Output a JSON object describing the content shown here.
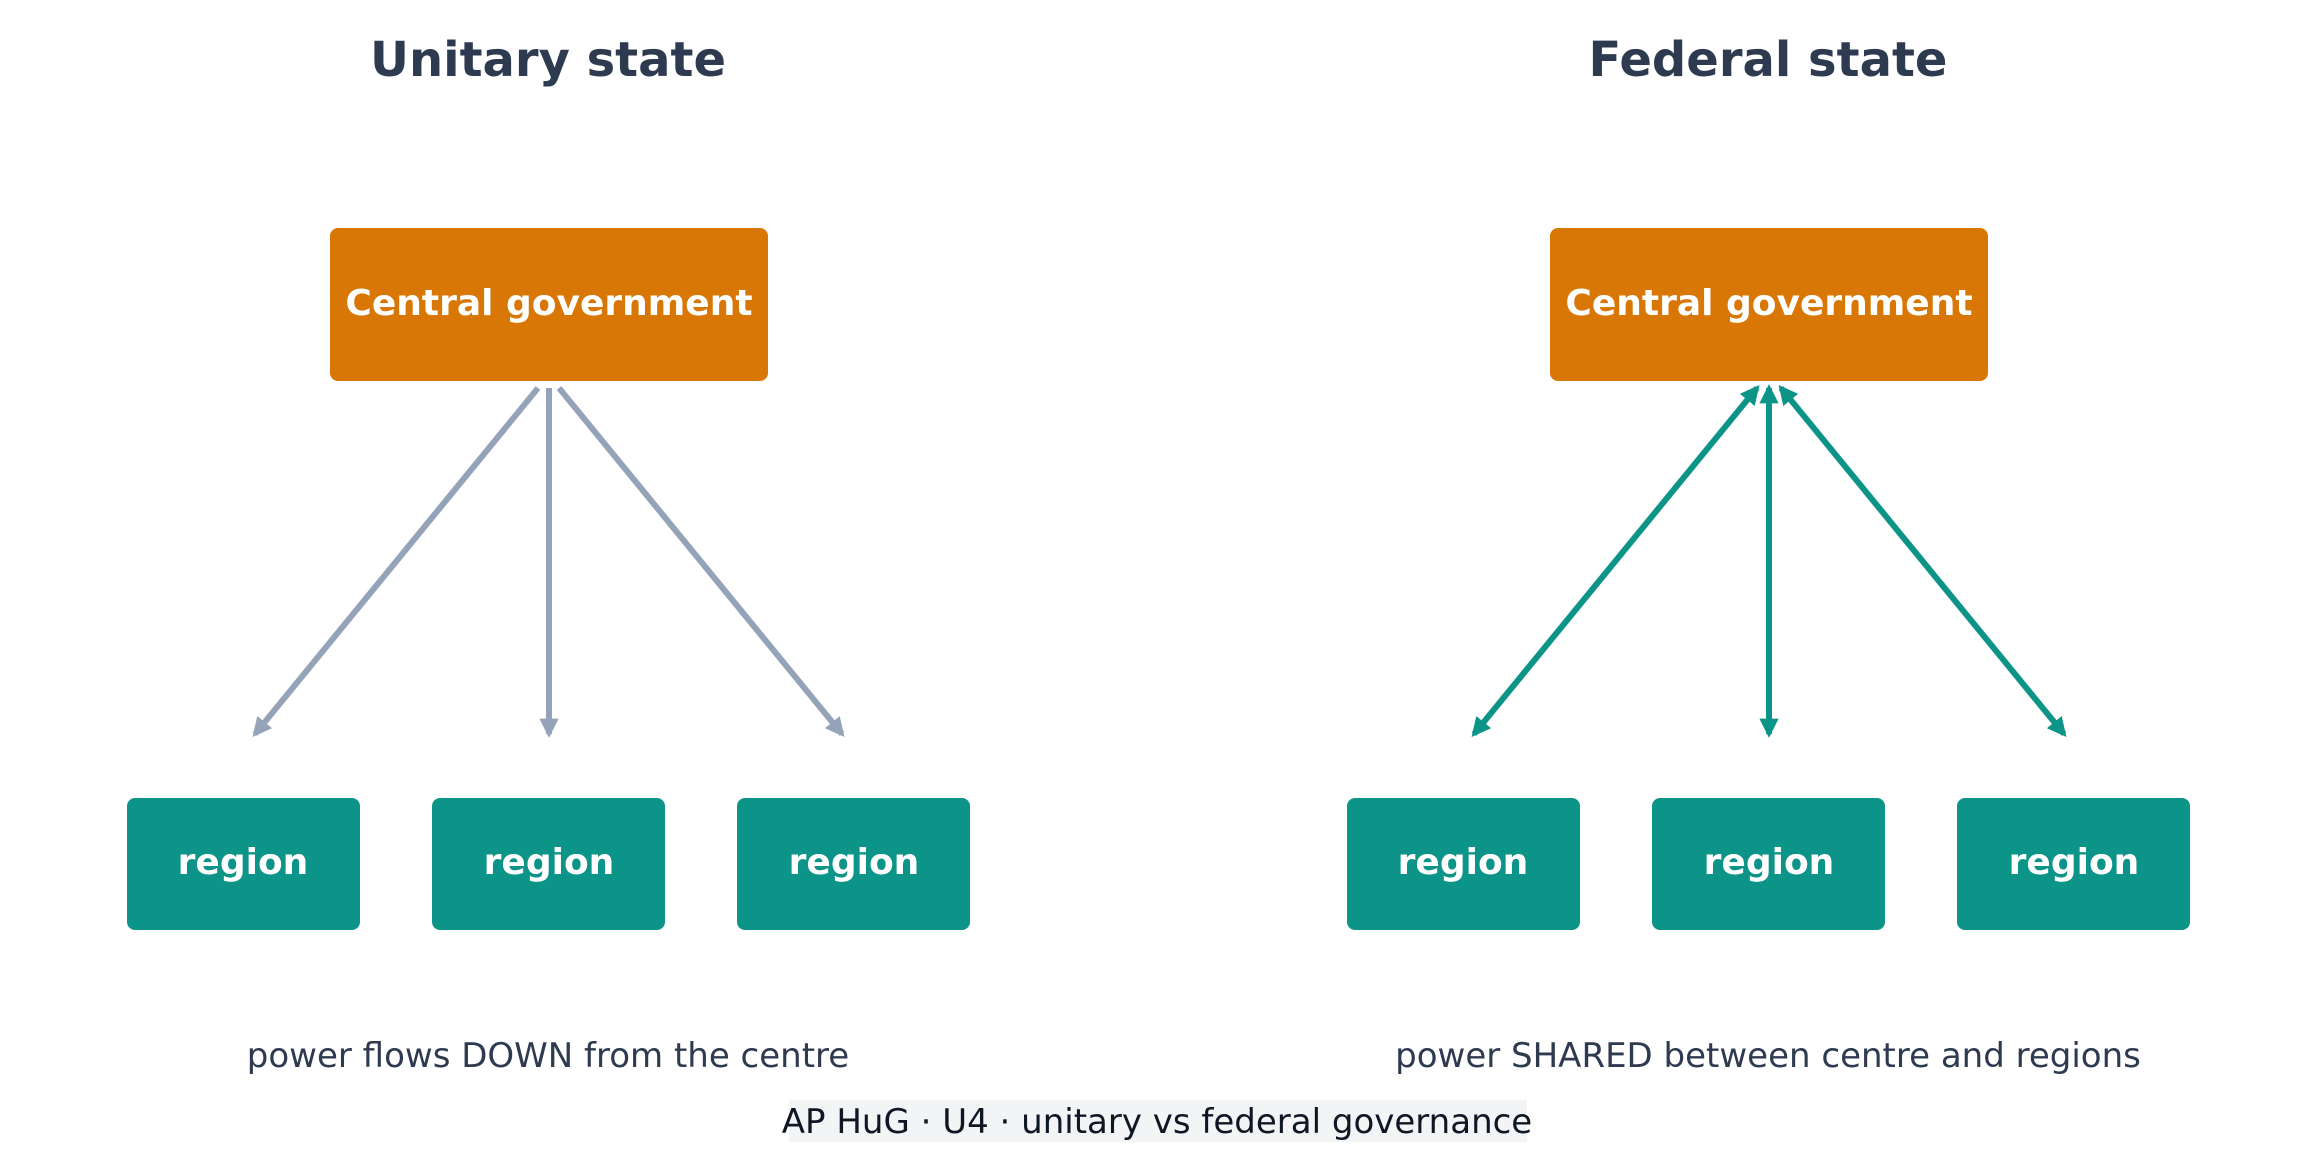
{
  "colors": {
    "background": "#ffffff",
    "title_text": "#2e3a4f",
    "central_box": "#d97706",
    "region_box": "#0d9488",
    "box_text": "#ffffff",
    "unitary_arrow": "#94a3b8",
    "federal_arrow": "#0d9488",
    "footer_bg": "#f3f4f6",
    "footer_text": "#0f1724"
  },
  "unitary": {
    "title": "Unitary state",
    "central_label": "Central government",
    "regions": [
      "region",
      "region",
      "region"
    ],
    "arrow_style": "one-way-down",
    "caption": "power flows DOWN from the centre"
  },
  "federal": {
    "title": "Federal state",
    "central_label": "Central government",
    "regions": [
      "region",
      "region",
      "region"
    ],
    "arrow_style": "two-way",
    "caption": "power SHARED between centre and regions"
  },
  "footer": "AP HuG · U4 · unitary vs federal governance"
}
